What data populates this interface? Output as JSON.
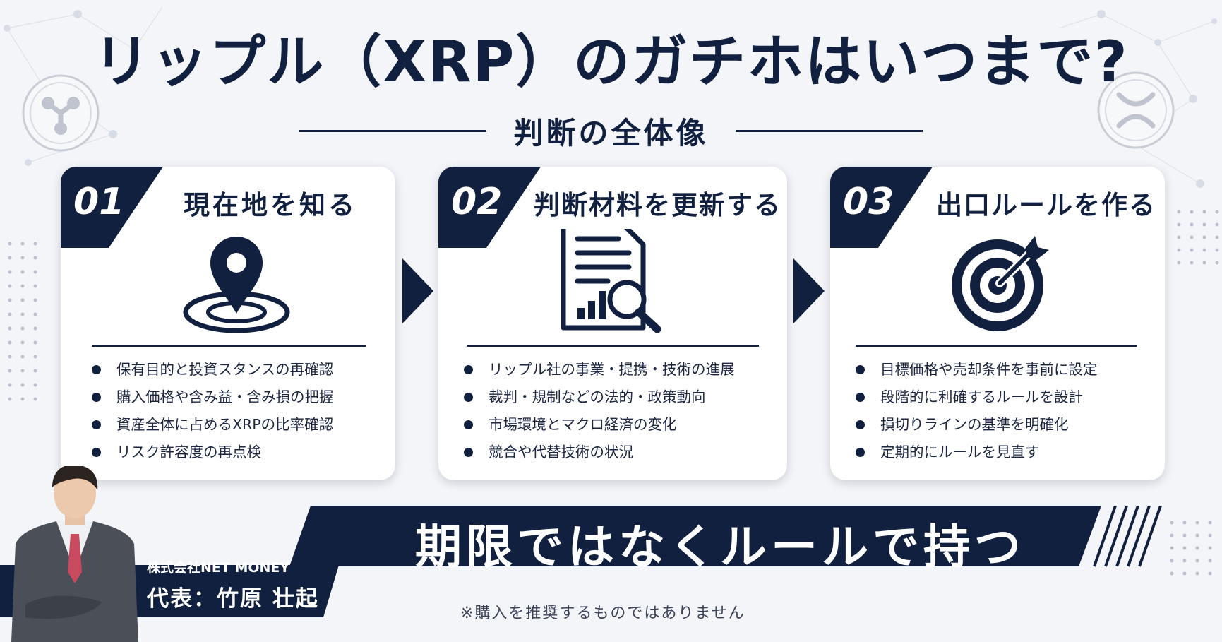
{
  "title": "リップル（XRP）のガチホはいつまで?",
  "subtitle": "判断の全体像",
  "cards": [
    {
      "num": "01",
      "title": "現在地を知る",
      "icon": "location-pin-icon",
      "bullets": [
        "保有目的と投資スタンスの再確認",
        "購入価格や含み益・含み損の把握",
        "資産全体に占めるXRPの比率確認",
        "リスク許容度の再点検"
      ]
    },
    {
      "num": "02",
      "title": "判断材料を更新する",
      "icon": "document-search-icon",
      "bullets": [
        "リップル社の事業・提携・技術の進展",
        "裁判・規制などの法的・政策動向",
        "市場環境とマクロ経済の変化",
        "競合や代替技術の状況"
      ]
    },
    {
      "num": "03",
      "title": "出口ルールを作る",
      "icon": "target-arrow-icon",
      "bullets": [
        "目標価格や売却条件を事前に設定",
        "段階的に利確するルールを設計",
        "損切りラインの基準を明確化",
        "定期的にルールを見直す"
      ]
    }
  ],
  "banner": {
    "text": "期限ではなくルールで持つ"
  },
  "company": "株式会社NET MONEY",
  "representative": "代表：竹原 壮起",
  "disclaimer": "※購入を推奨するものではありません",
  "colors": {
    "navy": "#12203f",
    "background": "#f4f5f8",
    "card": "#ffffff"
  }
}
